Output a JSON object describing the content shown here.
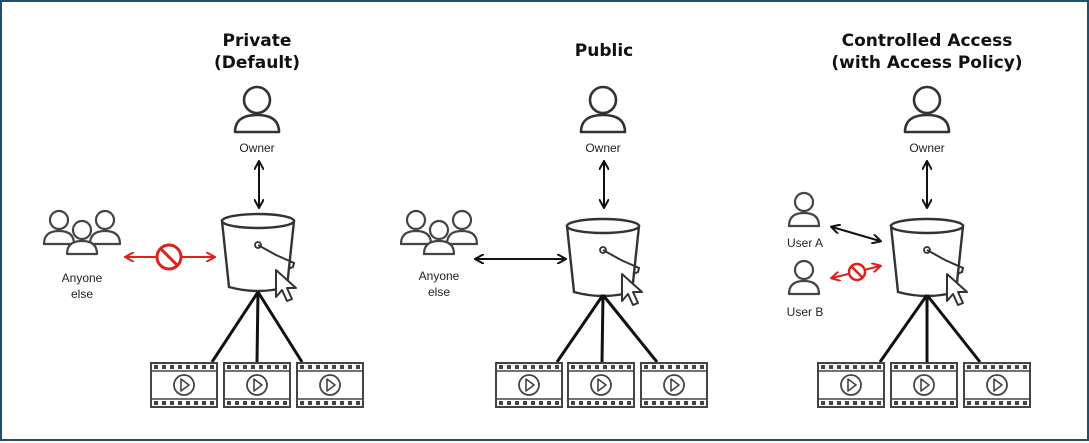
{
  "panels": [
    {
      "title_lines": [
        "Private",
        "(Default)"
      ],
      "owner_label": "Owner",
      "others_label_lines": [
        "Anyone",
        "else"
      ],
      "others_access": "denied"
    },
    {
      "title_lines": [
        "Public"
      ],
      "owner_label": "Owner",
      "others_label_lines": [
        "Anyone",
        "else"
      ],
      "others_access": "allowed"
    },
    {
      "title_lines": [
        "Controlled Access",
        "(with Access Policy)"
      ],
      "owner_label": "Owner",
      "user_a_label": "User A",
      "user_b_label": "User B",
      "user_a_access": "allowed",
      "user_b_access": "denied"
    }
  ],
  "icons": [
    "user-icon",
    "users-group-icon",
    "bucket-icon",
    "pointer-icon",
    "video-file-icon",
    "denied-icon"
  ],
  "colors": {
    "stroke": "#111111",
    "denied": "#e0201b",
    "border": "#1d4f66",
    "icon_fill": "#ffffff"
  }
}
